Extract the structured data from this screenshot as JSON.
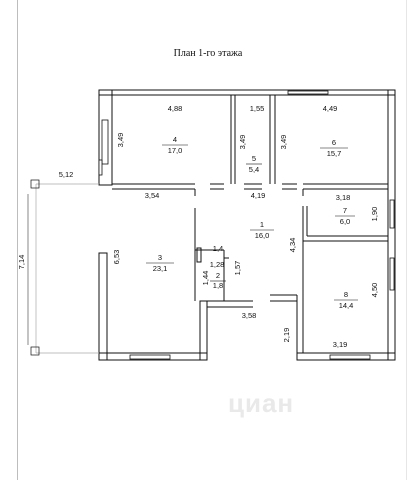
{
  "title": "План 1-го этажа",
  "watermark": "циан",
  "rooms": [
    {
      "num": "1",
      "area": "16,0"
    },
    {
      "num": "2",
      "area": "1,8"
    },
    {
      "num": "3",
      "area": "23,1"
    },
    {
      "num": "4",
      "area": "17,0"
    },
    {
      "num": "5",
      "area": "5,4"
    },
    {
      "num": "6",
      "area": "15,7"
    },
    {
      "num": "7",
      "area": "6,0"
    },
    {
      "num": "8",
      "area": "14,4"
    }
  ],
  "dims": {
    "d488": "4,88",
    "d155": "1,55",
    "d449": "4,49",
    "d349a": "3,49",
    "d349b": "3,49",
    "d349c": "3,49",
    "d512": "5,12",
    "d354": "3,54",
    "d419": "4,19",
    "d318": "3,18",
    "d190": "1,90",
    "d653": "6,53",
    "d714": "7,14",
    "d434": "4,34",
    "d14": "1,4",
    "d128": "1,28",
    "d144": "1,44",
    "d157": "1,57",
    "d358": "3,58",
    "d219": "2,19",
    "d319": "3,19",
    "d450": "4,50"
  }
}
